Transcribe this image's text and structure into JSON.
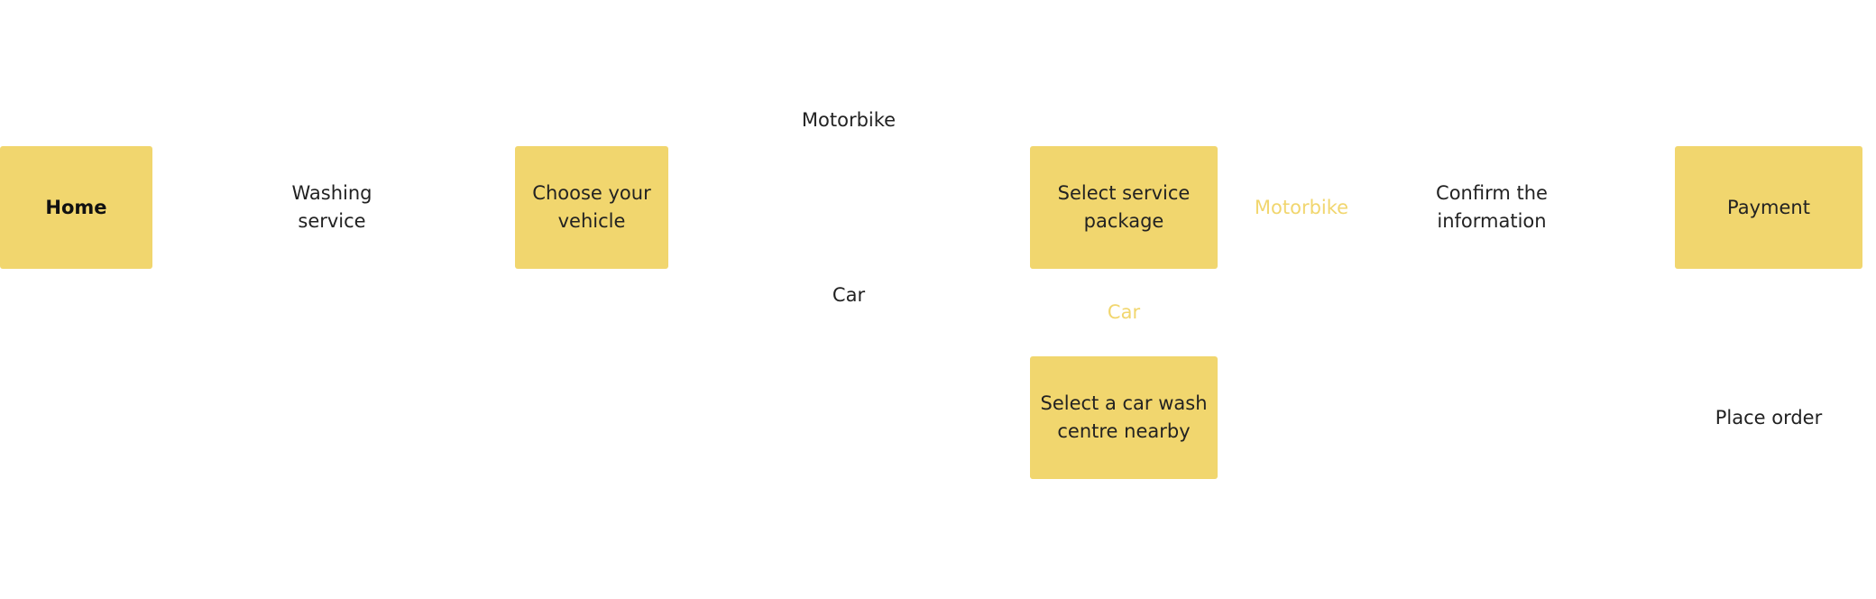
{
  "diagram": {
    "nodes": {
      "home": "Home",
      "choose_vehicle": "Choose your vehicle",
      "select_package": "Select service package",
      "select_centre": "Select a car wash centre nearby",
      "payment": "Payment"
    },
    "edge_labels": {
      "washing_service": "Washing service",
      "motorbike_top": "Motorbike",
      "car_mid": "Car",
      "motorbike_right": "Motorbike",
      "car_below": "Car",
      "confirm_information": "Confirm the information",
      "place_order": "Place order"
    },
    "colors": {
      "node_fill": "#F1D66E",
      "text": "#222222",
      "accent_label": "#F1D66E"
    }
  }
}
